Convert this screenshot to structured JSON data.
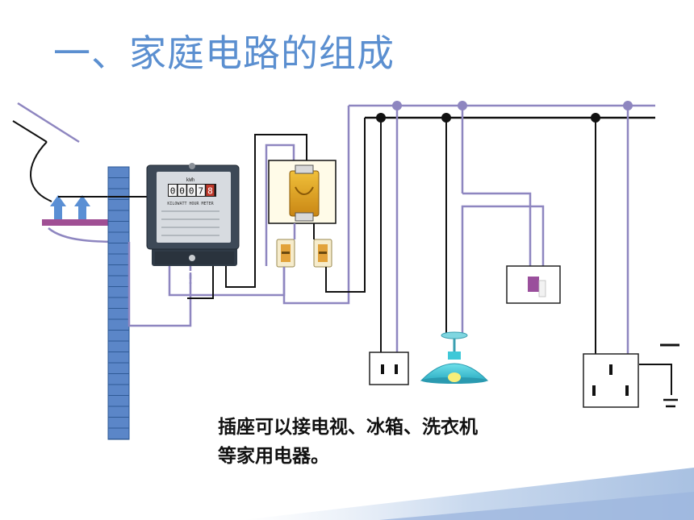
{
  "title": "一、家庭电路的组成",
  "caption": {
    "line1": "插座可以接电视、冰箱、洗衣机",
    "line2": "等家用电器。"
  },
  "meter": {
    "reading": [
      "0",
      "0",
      "0",
      "7",
      "8"
    ],
    "unit": "kWh",
    "label": "KILOWATT HOUR METER"
  },
  "colors": {
    "title": "#5b8fd0",
    "neutral_wire": "#8e86c0",
    "live_wire": "#111111",
    "pole": "#5b86c8",
    "lamp": "#3fc8d8",
    "switch_knob": "#9a4f9c"
  }
}
